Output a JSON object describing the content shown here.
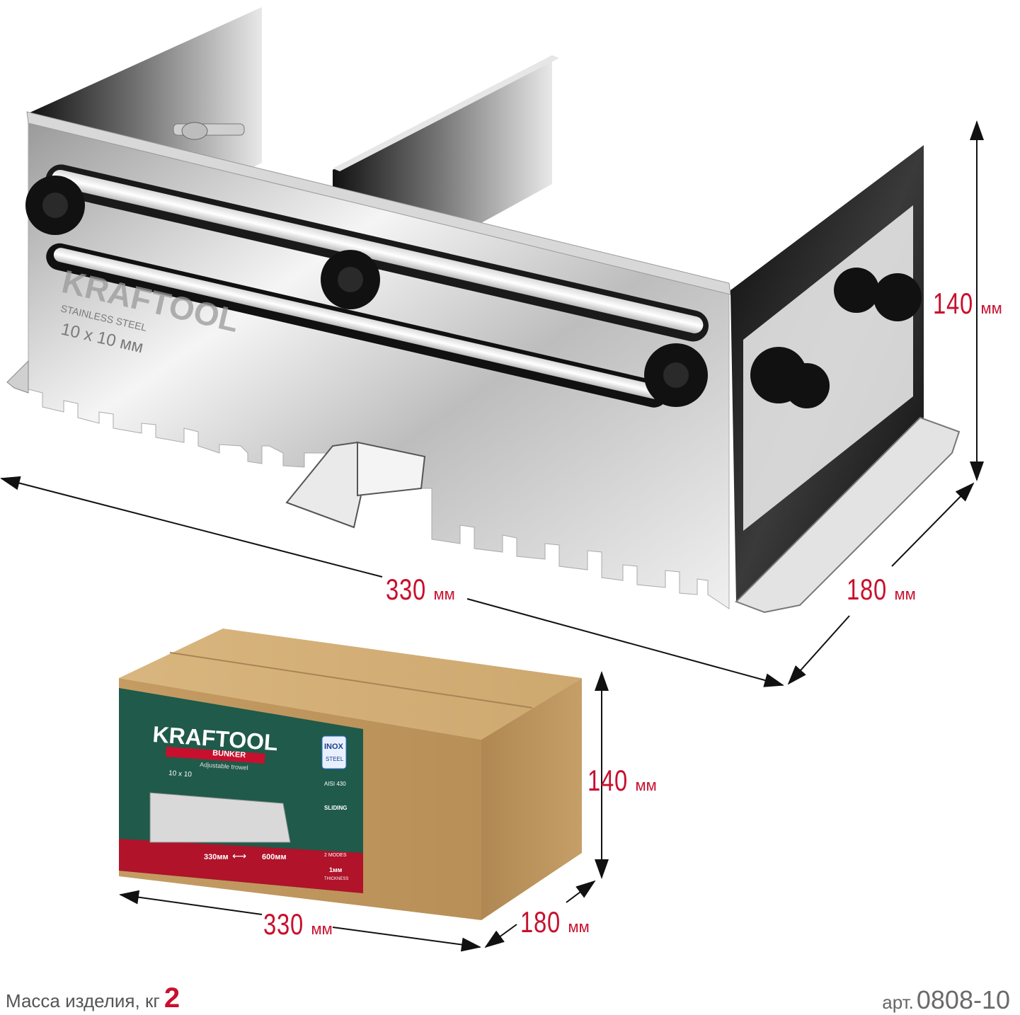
{
  "product": {
    "brand": "KRAFTOOL",
    "engraving_line1": "STAINLESS STEEL",
    "engraving_line2": "10 x 10 мм"
  },
  "dimensions": {
    "length_value": "330",
    "length_unit": "мм",
    "depth_value": "180",
    "depth_unit": "мм",
    "height_value": "140",
    "height_unit": "мм"
  },
  "box_dimensions": {
    "length_value": "330",
    "length_unit": "мм",
    "depth_value": "180",
    "depth_unit": "мм",
    "height_value": "140",
    "height_unit": "мм"
  },
  "box_label": {
    "brand": "KRAFTOOL",
    "series": "BUNKER",
    "subtitle": "Adjustable trowel",
    "tooth_size": "10 x 10",
    "range_min": "330мм",
    "range_max": "600мм",
    "inox_top": "INOX",
    "inox_bottom": "STEEL",
    "grade": "AISI 430",
    "sliding": "SLIDING",
    "modes": "2 MODES",
    "thickness_value": "1мм",
    "thickness_label": "THICKNESS"
  },
  "footer": {
    "weight_label": "Масса изделия, кг",
    "weight_value": "2",
    "article_label": "арт.",
    "article_value": "0808-10"
  },
  "colors": {
    "accent_red": "#c8102e",
    "label_green": "#1f5a4a",
    "cardboard": "#c9a46f",
    "steel_light": "#f2f2f2",
    "steel_dark": "#1a1a1a"
  }
}
